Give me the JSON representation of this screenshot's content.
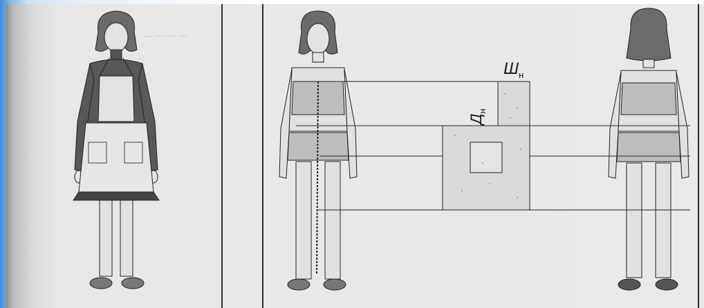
{
  "labels": {
    "shoulder_width": "Ш",
    "shoulder_width_sub": "н",
    "length": "Д",
    "length_sub": "н"
  },
  "colors": {
    "frame_line": "#2b2b2b",
    "fabric_fill": "#dadada",
    "skin": "#dedede",
    "clothing_dark": "#555555"
  },
  "icons": {
    "front_figure": "girl-front-figure-icon",
    "back_figure": "girl-back-figure-icon",
    "apron_figure": "girl-in-apron-figure-icon"
  }
}
